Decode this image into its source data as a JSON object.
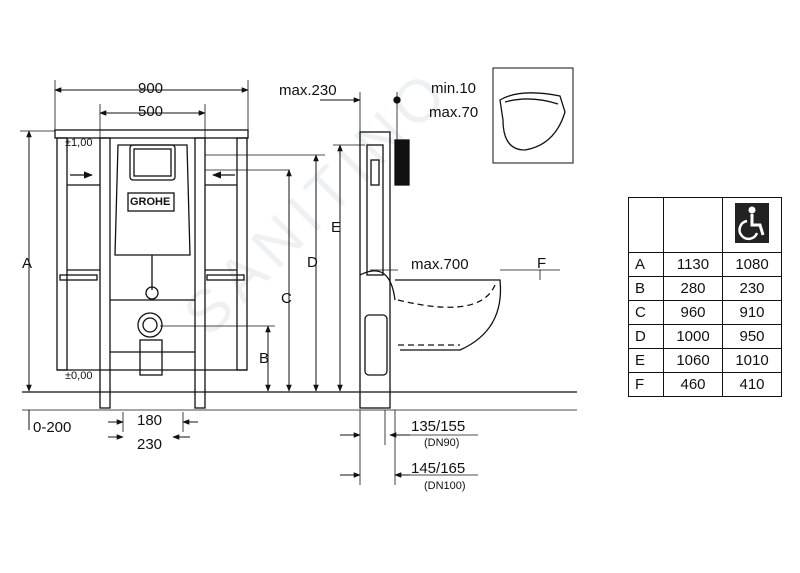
{
  "watermark": "SANITINO",
  "front": {
    "top_width": "900",
    "inner_width": "500",
    "tol_top": "±1,00",
    "tol_bottom": "±0,00",
    "label_a": "A",
    "label_b": "B",
    "label_c": "C",
    "label_d": "D",
    "floor_range": "0-200",
    "spacing_180": "180",
    "spacing_230": "230",
    "brand": "GROHE"
  },
  "side": {
    "max_230": "max.230",
    "min_10": "min.10",
    "max_70": "max.70",
    "label_e": "E",
    "max_700": "max.700",
    "label_f": "F",
    "dim_135": "135/155",
    "dn90": "(DN90)",
    "dim_145": "145/165",
    "dn100": "(DN100)"
  },
  "table": {
    "header_icon": "wheelchair-accessible-icon",
    "rows": [
      {
        "key": "A",
        "std": "1130",
        "acc": "1080"
      },
      {
        "key": "B",
        "std": "280",
        "acc": "230"
      },
      {
        "key": "C",
        "std": "960",
        "acc": "910"
      },
      {
        "key": "D",
        "std": "1000",
        "acc": "950"
      },
      {
        "key": "E",
        "std": "1060",
        "acc": "1010"
      },
      {
        "key": "F",
        "std": "460",
        "acc": "410"
      }
    ]
  }
}
